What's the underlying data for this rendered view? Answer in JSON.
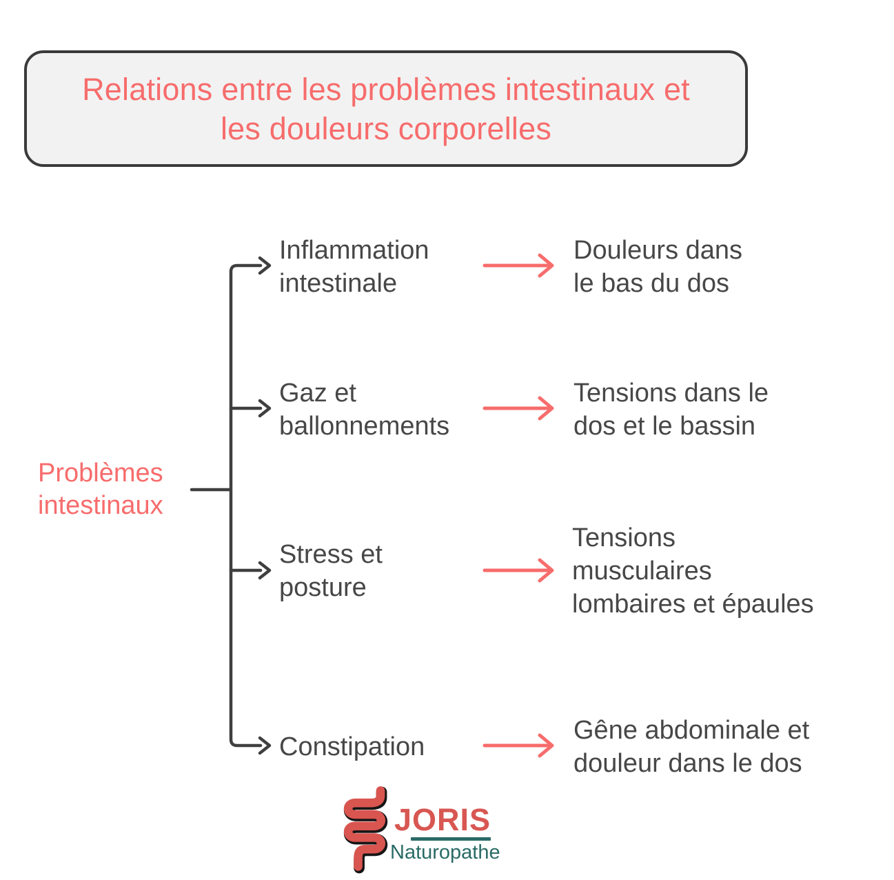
{
  "title": "Relations entre les problèmes intestinaux et\nles douleurs corporelles",
  "root": {
    "label": "Problèmes\nintestinaux"
  },
  "branches": [
    {
      "cause": "Inflammation\nintestinale",
      "effect": "Douleurs dans\nle bas du dos"
    },
    {
      "cause": "Gaz et\nballonnements",
      "effect": "Tensions dans le\ndos et le bassin"
    },
    {
      "cause": "Stress et\nposture",
      "effect": "Tensions\nmusculaires\nlombaires et épaules"
    },
    {
      "cause": "Constipation",
      "effect": "Gêne abdominale et\ndouleur dans le dos"
    }
  ],
  "logo": {
    "brand": "JORIS",
    "subtitle": "Naturopathe"
  },
  "icons": {
    "branch_arrow": "right-arrow",
    "relation_arrow": "right-arrow",
    "logo_glyph": "intestine"
  },
  "colors": {
    "accent_coral": "#f76c6c",
    "text_dark": "#474747",
    "line_dark": "#3f3f3f",
    "title_background": "#f2f2f2",
    "title_border": "#3a3a3a",
    "logo_red": "#d85752",
    "logo_teal": "#2a6b66"
  }
}
